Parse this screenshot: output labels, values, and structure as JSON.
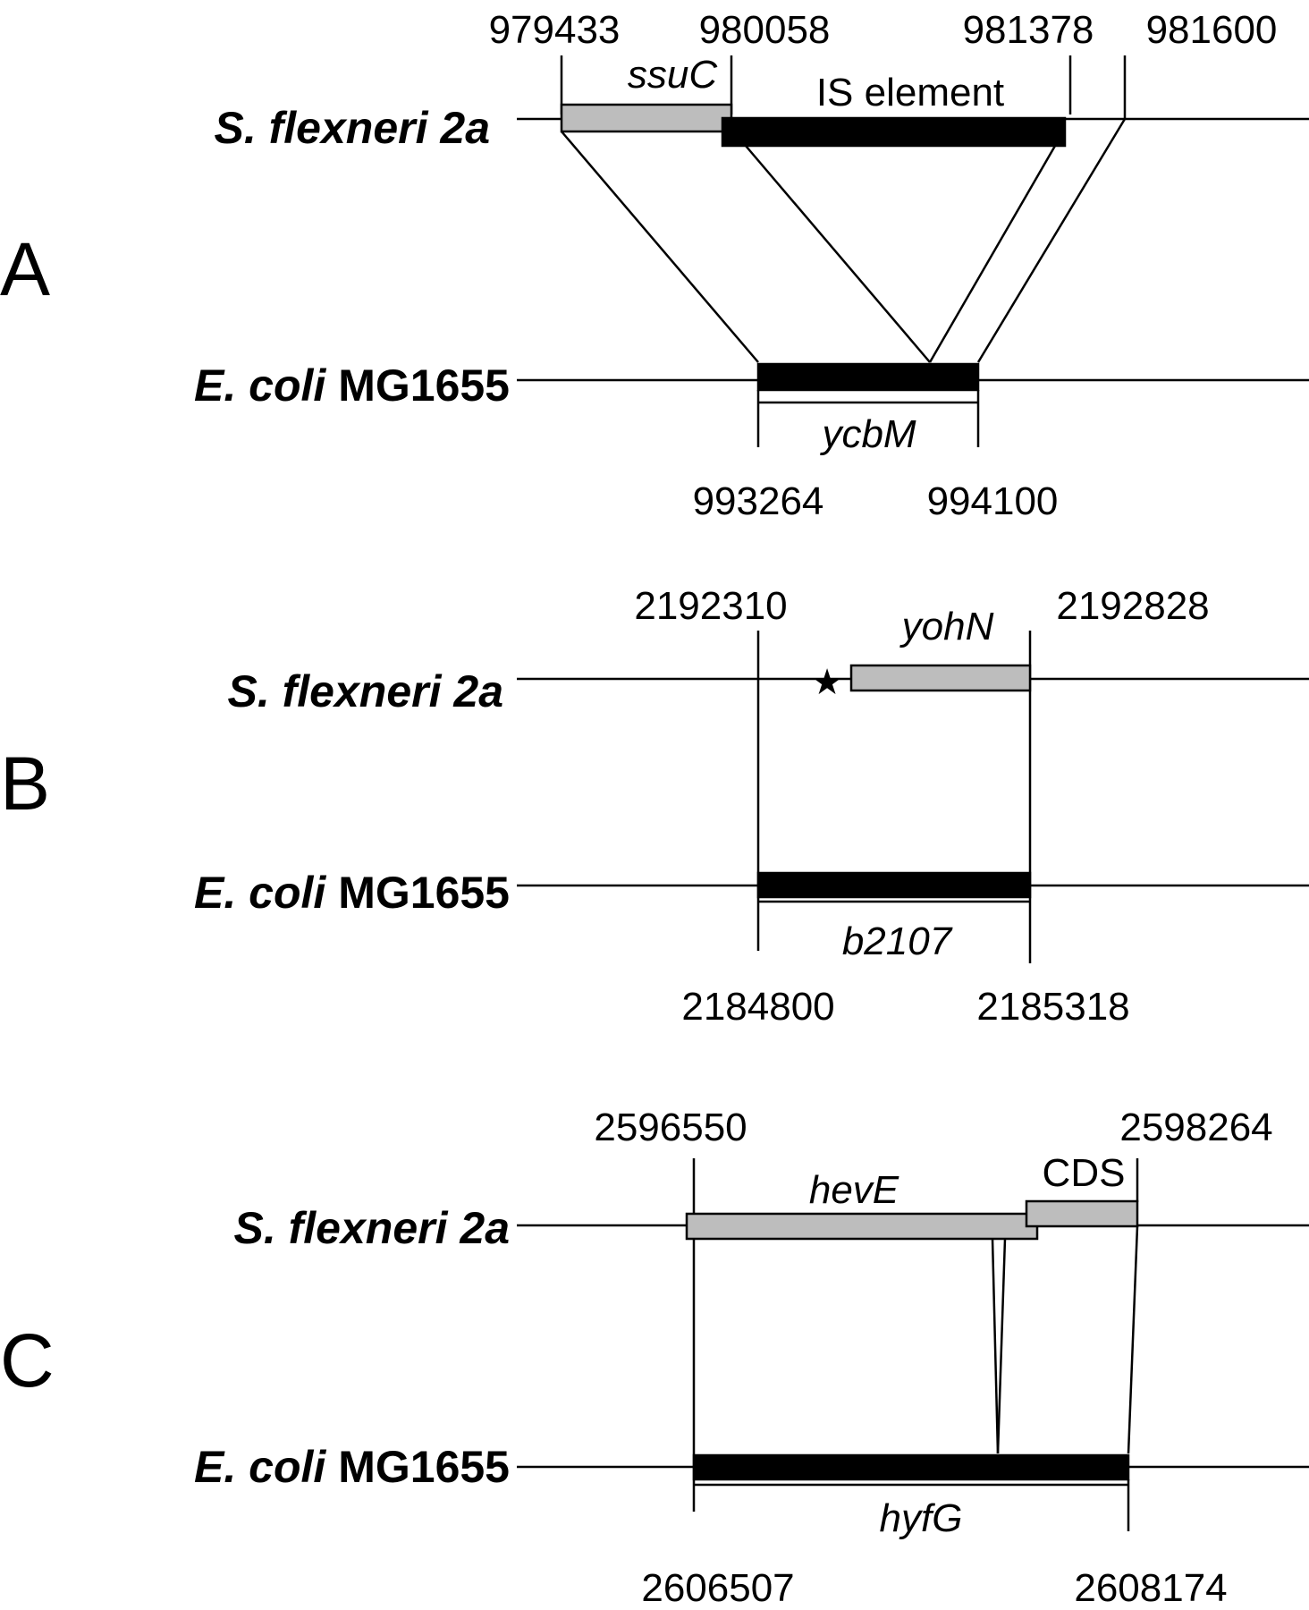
{
  "organisms": {
    "shigella": "S. flexneri 2a",
    "ecoli_species": "E. coli",
    "ecoli_strain": "MG1655"
  },
  "panels": {
    "A": {
      "label": "A",
      "top_coords": [
        "979433",
        "980058",
        "981378",
        "981600"
      ],
      "bottom_coords": [
        "993264",
        "994100"
      ],
      "genes": {
        "ssuC": "ssuC",
        "is_element": "IS element",
        "ycbM": "ycbM"
      }
    },
    "B": {
      "label": "B",
      "top_coords": [
        "2192310",
        "2192828"
      ],
      "bottom_coords": [
        "2184800",
        "2185318"
      ],
      "genes": {
        "yohN": "yohN",
        "b2107": "b2107"
      },
      "marker": "★"
    },
    "C": {
      "label": "C",
      "top_coords": [
        "2596550",
        "2598264"
      ],
      "bottom_coords": [
        "2606507",
        "2608174"
      ],
      "genes": {
        "hevE": "hevE",
        "cds": "CDS",
        "hyfG": "hyfG"
      }
    }
  },
  "colors": {
    "shigella_gene": "#bdbdbd",
    "ecoli_gene": "#000000",
    "line": "#000000"
  }
}
